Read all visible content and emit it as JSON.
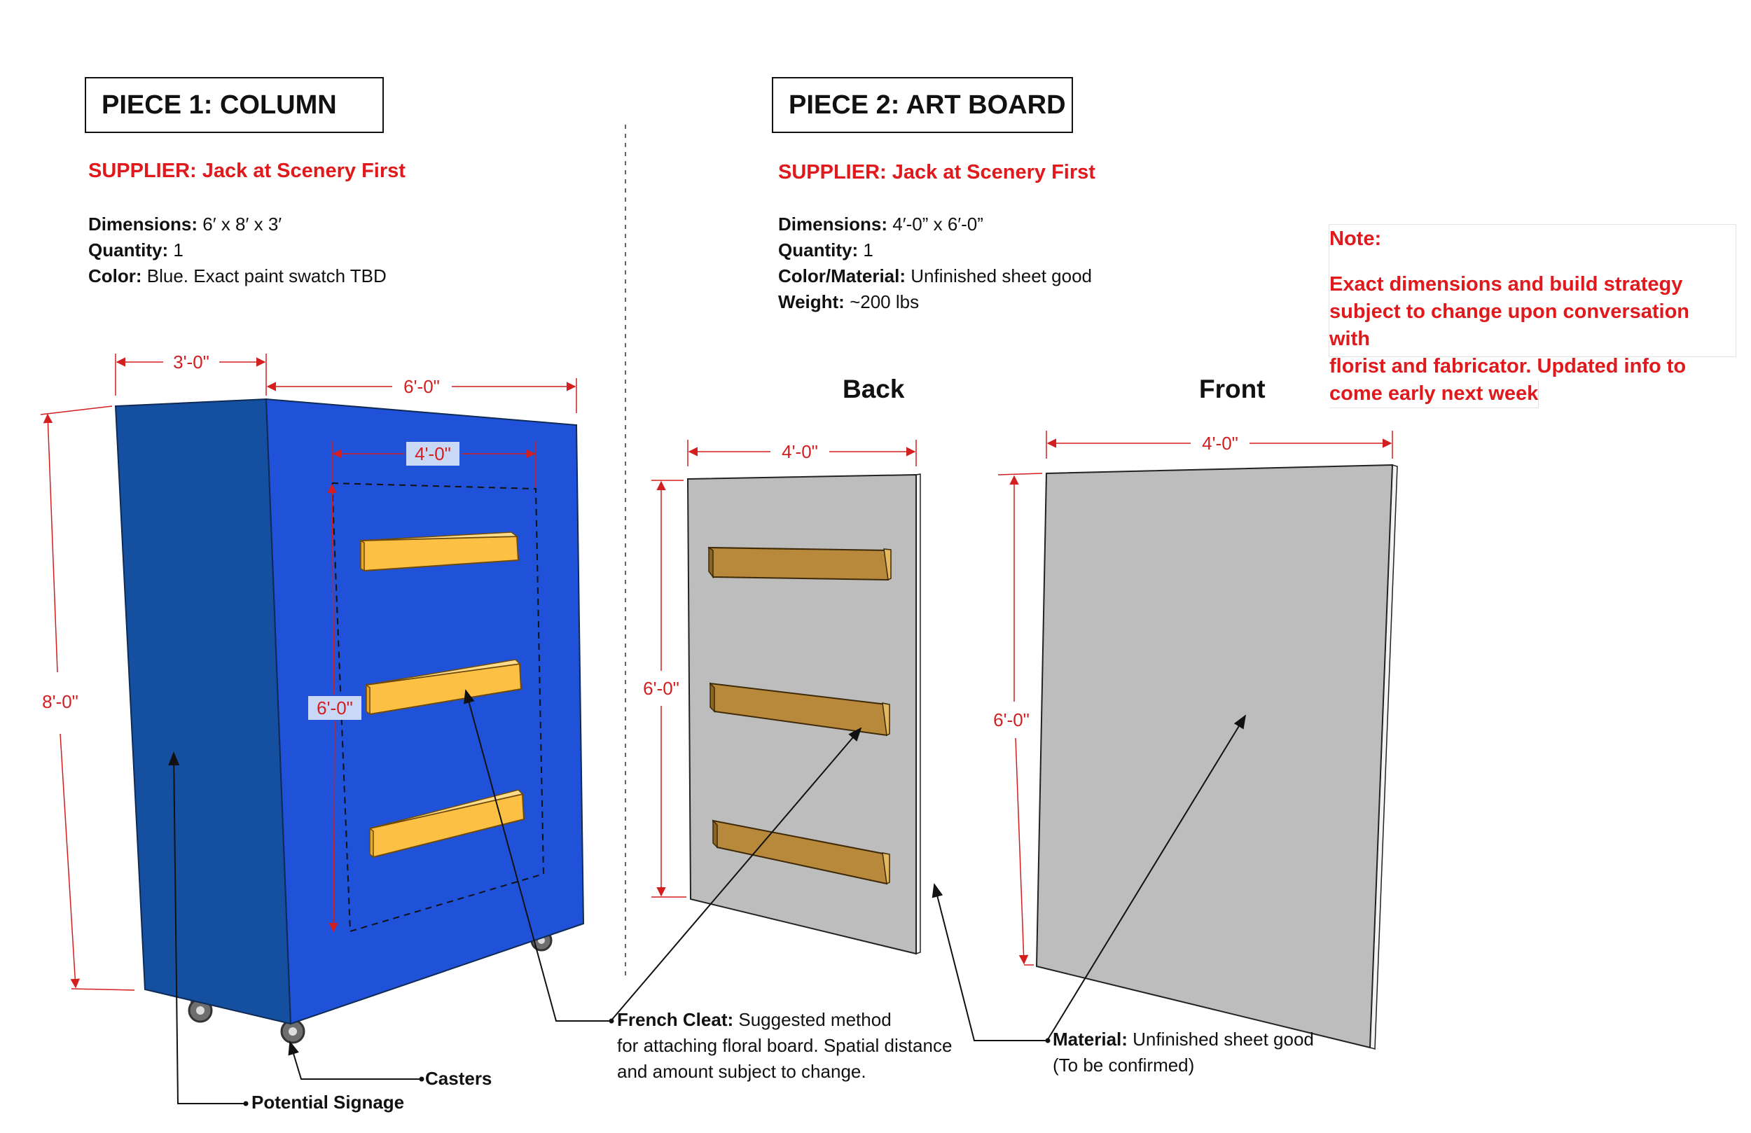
{
  "piece1": {
    "title": "PIECE 1: COLUMN",
    "supplier": "SUPPLIER: Jack at Scenery First",
    "specs": [
      {
        "label": "Dimensions:",
        "value": " 6′ x 8′ x 3′"
      },
      {
        "label": "Quantity:",
        "value": " 1"
      },
      {
        "label": "Color:",
        "value": " Blue. Exact paint swatch TBD"
      }
    ]
  },
  "piece2": {
    "title": "PIECE 2: ART BOARD",
    "supplier": "SUPPLIER: Jack at Scenery First",
    "specs": [
      {
        "label": "Dimensions:",
        "value": " 4′-0” x 6′-0”"
      },
      {
        "label": "Quantity:",
        "value": " 1"
      },
      {
        "label": "Color/Material:",
        "value": " Unfinished sheet good"
      },
      {
        "label": "Weight:",
        "value": "  ~200 lbs"
      }
    ]
  },
  "note": {
    "title": "Note:",
    "lines": [
      "Exact dimensions and build strategy",
      "subject to change upon conversation with",
      "florist and fabricator. Updated info to",
      "come early next week"
    ]
  },
  "views": {
    "back": "Back",
    "front": "Front"
  },
  "dimensions": {
    "column_depth": "3'-0\"",
    "column_width": "6'-0\"",
    "column_height": "8'-0\"",
    "cleat_zone_width": "4'-0\"",
    "cleat_zone_height": "6'-0\"",
    "back_width": "4'-0\"",
    "back_height": "6'-0\"",
    "front_width": "4'-0\"",
    "front_height": "6'-0\""
  },
  "callouts": {
    "french_cleat": {
      "label": "French Cleat:",
      "lines": [
        " Suggested method",
        "for attaching floral board. Spatial distance",
        "and amount subject to change."
      ]
    },
    "material": {
      "label": "Material:",
      "lines": [
        " Unfinished sheet good",
        "(To be confirmed)"
      ]
    },
    "casters": "Casters",
    "signage": "Potential Signage"
  },
  "colors": {
    "column_front": "#1f52d9",
    "column_side": "#1550a0",
    "cleat": "#fcc045",
    "cleat_wood": "#b8893a",
    "board": "#bcbdbc",
    "dimension": "#d31f1f",
    "note": "#e0191c"
  }
}
